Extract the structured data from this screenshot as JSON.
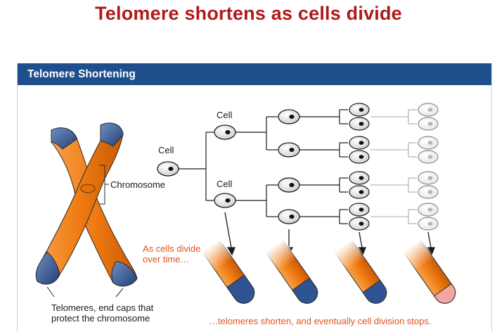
{
  "slide_title": "Telomere shortens as cells divide",
  "panel_title": "Telomere Shortening",
  "labels": {
    "chromosome": "Chromosome",
    "cell_root": "Cell",
    "cell_top": "Cell",
    "cell_bottom": "Cell",
    "divide_line1": "As cells divide",
    "divide_line2": "over time…",
    "telomeres_line1": "Telomeres, end caps that",
    "telomeres_line2": "protect the chromosome",
    "result": "…telomeres shorten, and eventually cell division stops."
  },
  "colors": {
    "title_red": "#b01a1a",
    "header_blue": "#1e4f8c",
    "chromosome_orange": "#f07a12",
    "telomere_blue": "#2f5494",
    "annotation_orange": "#e8501c",
    "faded_gray": "#9a9a9a"
  },
  "telomere_caps": [
    {
      "stage": 1,
      "cap_fraction": 0.55,
      "color": "#2f5494"
    },
    {
      "stage": 2,
      "cap_fraction": 0.42,
      "color": "#2f5494"
    },
    {
      "stage": 3,
      "cap_fraction": 0.3,
      "color": "#2f5494"
    },
    {
      "stage": 4,
      "cap_fraction": 0.14,
      "color": "#f3a6a0"
    }
  ]
}
